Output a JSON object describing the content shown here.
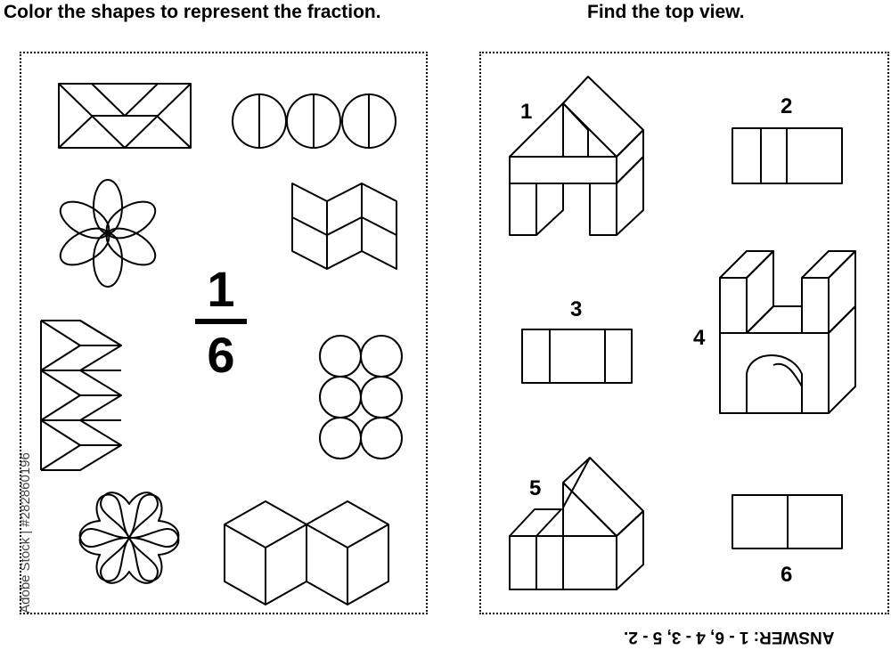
{
  "left_panel": {
    "title": "Color the shapes to represent the fraction.",
    "fraction": {
      "numerator": "1",
      "denominator": "6"
    }
  },
  "right_panel": {
    "title": "Find the top view.",
    "labels": [
      "1",
      "2",
      "3",
      "4",
      "5",
      "6"
    ]
  },
  "answer": "ANSWER: 1 - 6, 4 - 3, 5 - 2.",
  "watermark": "Adobe Stock | #282860196"
}
